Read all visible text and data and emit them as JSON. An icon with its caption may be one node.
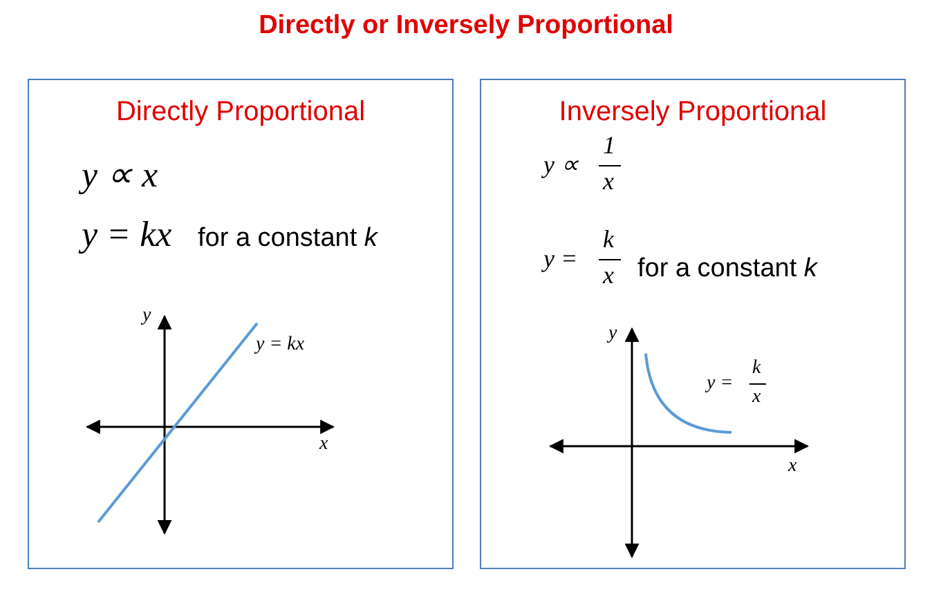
{
  "diagram": {
    "title": "Directly or Inversely Proportional",
    "nodes": [
      {
        "text": [
          "Directly Proportional",
          "y ∝ x",
          "y = kx",
          "for a constant *k*",
          "y",
          "y = kx",
          "x"
        ]
      },
      {
        "text": [
          "Inversely Proportional",
          "y ∝",
          "1",
          "x",
          "y =",
          "k",
          "x",
          "for a constant *k*",
          "y",
          "y =",
          "k",
          "x",
          "x"
        ]
      }
    ],
    "edges": []
  }
}
